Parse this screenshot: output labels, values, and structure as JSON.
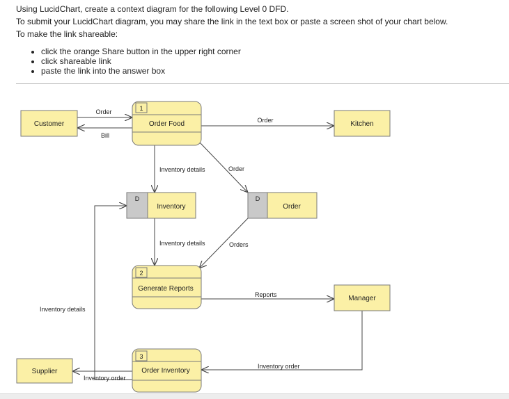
{
  "instructions": {
    "line1": "Using LucidChart, create a context diagram for the following Level 0 DFD.",
    "line2": "To submit your LucidChart diagram, you may share the link in the text box or paste a screen shot of your chart below.",
    "line3": "To make the link shareable:",
    "steps": [
      "click the orange Share button in the upper right corner",
      "click shareable link",
      "paste the link into the answer box"
    ]
  },
  "diagram": {
    "colors": {
      "fill": "#fbf0a6",
      "stroke": "#7a7a7a",
      "store_tab": "#c9c9c9",
      "line": "#444444"
    },
    "entities": {
      "customer": "Customer",
      "kitchen": "Kitchen",
      "manager": "Manager",
      "supplier": "Supplier"
    },
    "processes": {
      "p1": {
        "id": "1",
        "name": "Order Food"
      },
      "p2": {
        "id": "2",
        "name": "Generate Reports"
      },
      "p3": {
        "id": "3",
        "name": "Order Inventory"
      }
    },
    "stores": {
      "inventory": {
        "id": "D",
        "name": "Inventory"
      },
      "order": {
        "id": "D",
        "name": "Order"
      }
    },
    "flows": {
      "customer_order": "Order",
      "bill": "Bill",
      "kitchen_order": "Order",
      "inv_details_1": "Inventory details",
      "store_order": "Order",
      "inv_details_2": "Inventory details",
      "orders": "Orders",
      "reports": "Reports",
      "inv_details_left": "Inventory details",
      "inventory_order_right": "Inventory order",
      "inventory_order_left": "Inventory order"
    }
  }
}
